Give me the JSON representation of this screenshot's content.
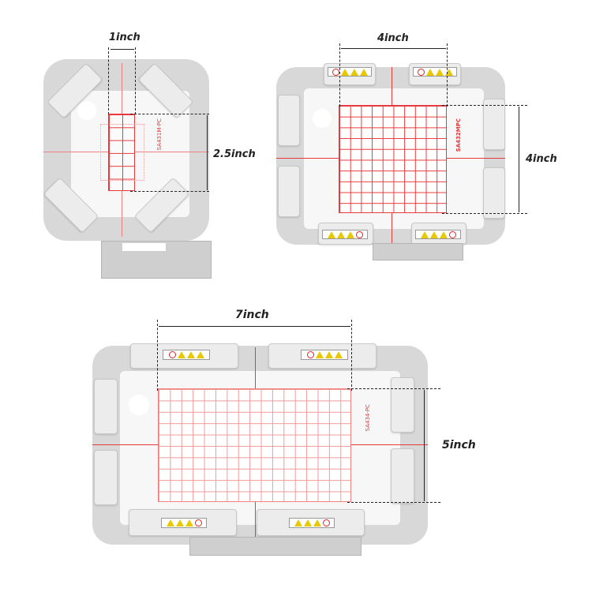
{
  "hoops": [
    {
      "id": "small-hoop",
      "model_label": "SA431M-PC",
      "width_label": "1inch",
      "height_label": "2.5inch"
    },
    {
      "id": "medium-hoop",
      "model_label": "SA432MPC",
      "width_label": "4inch",
      "height_label": "4inch"
    },
    {
      "id": "large-hoop",
      "model_label": "SA434-PC",
      "width_label": "7inch",
      "height_label": "5inch"
    }
  ],
  "colors": {
    "frame": "#d8d8d8",
    "grid_line": "#e8393c",
    "warning_yellow": "#e8c800",
    "dimension_text": "#222222"
  }
}
